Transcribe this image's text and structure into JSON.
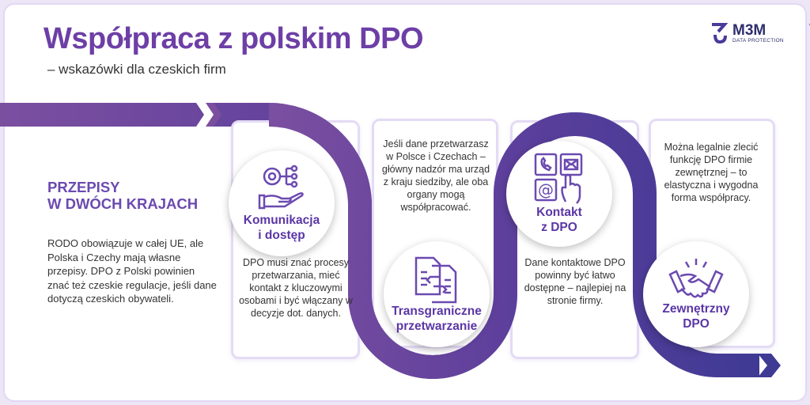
{
  "header": {
    "title": "Współpraca z polskim DPO",
    "subtitle": "– wskazówki dla czeskich firm"
  },
  "logo": {
    "name": "M3M",
    "tagline": "DATA PROTECTION",
    "tm": "™"
  },
  "intro": {
    "heading_line1": "PRZEPISY",
    "heading_line2": "W DWÓCH KRAJACH",
    "text": "RODO obowiązuje w całej UE, ale Polska i Czechy mają własne przepisy. DPO z Polski powinien znać też czeskie regulacje, jeśli dane dotyczą czeskich obywateli."
  },
  "steps": [
    {
      "title_line1": "Komunikacja",
      "title_line2": "i dostęp",
      "icon": "gear-network-hand-icon",
      "text": "DPO musi znać procesy przetwarzania, mieć kontakt z kluczowymi osobami i być włączany w decyzje dot. danych."
    },
    {
      "title_line1": "Transgraniczne",
      "title_line2": "przetwarzanie",
      "icon": "document-transfer-icon",
      "text": "Jeśli dane przetwarzasz w Polsce i Czechach – główny nadzór ma urząd z kraju siedziby, ale oba organy mogą współpracować."
    },
    {
      "title_line1": "Kontakt",
      "title_line2": "z DPO",
      "icon": "contact-channels-icon",
      "text": "Dane kontaktowe DPO powinny być łatwo dostępne – najlepiej na stronie firmy."
    },
    {
      "title_line1": "Zewnętrzny",
      "title_line2": "DPO",
      "icon": "handshake-icon",
      "text": "Można legalnie zlecić funkcję DPO firmie zewnętrznej – to elastyczna i wygodna forma współpracy."
    }
  ],
  "colors": {
    "primary": "#7b4fa0",
    "secondary": "#3f3a94",
    "accent_text": "#5b36a6"
  }
}
